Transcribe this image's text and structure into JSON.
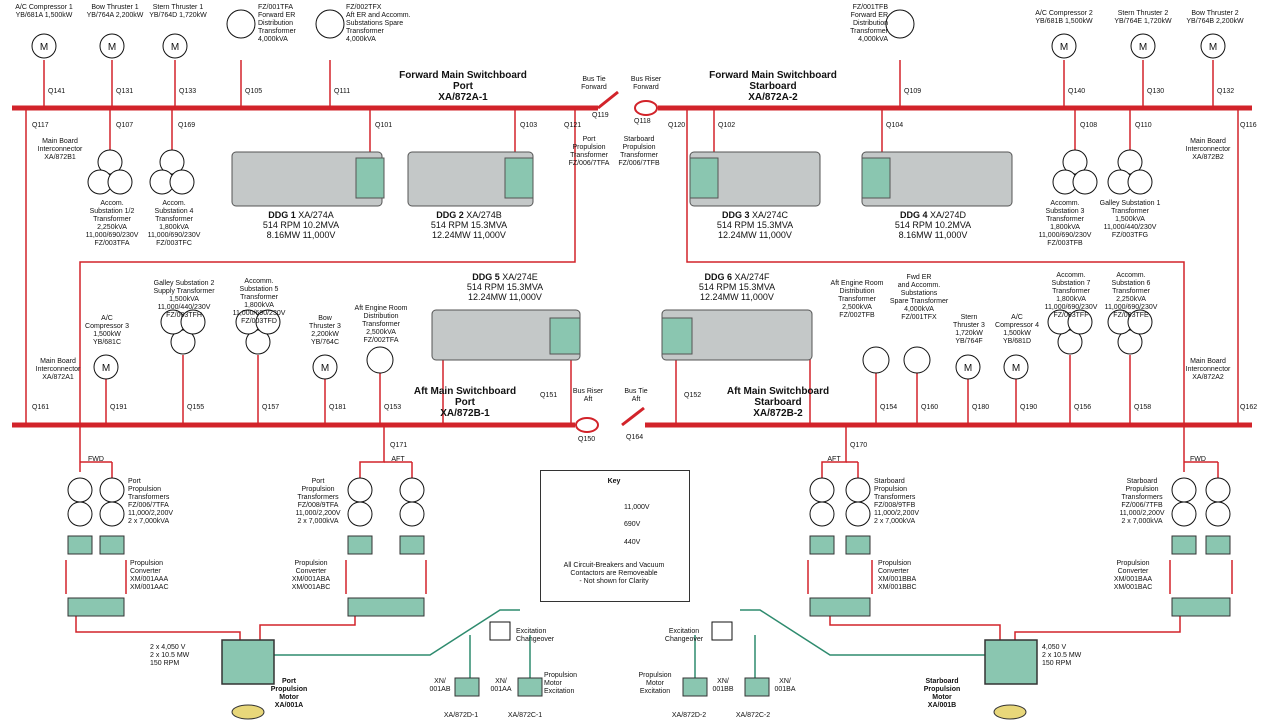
{
  "colors": {
    "hv": "#d2232a",
    "lv": "#e3a0a0",
    "excite": "#2e8b6e",
    "gen_fill": "#8ac6b0"
  },
  "boards": {
    "fwd_port": "Forward Main Switchboard\nPort\nXA/872A-1",
    "fwd_stbd": "Forward Main Switchboard\nStarboard\nXA/872A-2",
    "aft_port": "Aft Main Switchboard\nPort\nXA/872B-1",
    "aft_stbd": "Aft Main Switchboard\nStarboard\nXA/872B-2"
  },
  "top_loads": [
    "A/C Compressor 1\nYB/681A 1,500kW",
    "Bow Thruster 1\nYB/764A 2,200kW",
    "Stern Thruster 1\nYB/764D 1,720kW",
    "FZ/001TFA\nForward ER\nDistribution\nTransformer\n4,000kVA",
    "FZ/002TFX\nAft ER and Accomm.\nSubstations Spare\nTransformer\n4,000kVA",
    "FZ/001TFB\nForward ER\nDistribution\nTransformer\n4,000kVA",
    "A/C Compressor 2\nYB/681B 1,500kW",
    "Stern Thruster 2\nYB/764E 1,720kW",
    "Bow Thruster 2\nYB/764B 2,200kW"
  ],
  "bus_tie": {
    "fwd_tie": "Bus Tie\nForward",
    "fwd_riser": "Bus Riser\nForward",
    "aft_riser": "Bus Riser\nAft",
    "aft_tie": "Bus Tie\nAft"
  },
  "interconnectors": {
    "p1": "Main Board\nInterconnector\nXA/872B1",
    "s1": "Main Board\nInterconnector\nXA/872B2",
    "p2": "Main Board\nInterconnector\nXA/872A1",
    "s2": "Main Board\nInterconnector\nXA/872A2"
  },
  "fwd_trafos": [
    "Accom.\nSubstation 1/2\nTransformer\n2,250kVA\n11,000/690/230V\nFZ/003TFA",
    "Accom.\nSubstation 4\nTransformer\n1,800kVA\n11,000/690/230V\nFZ/003TFC",
    "Port\nPropulsion\nTransformer\nFZ/006/7TFA",
    "Starboard\nPropulsion\nTransformer\nFZ/006/7TFB",
    "Accomm.\nSubstation 3\nTransformer\n1,800kVA\n11,000/690/230V\nFZ/003TFB",
    "Galley Substation 1\nTransformer\n1,500kVA\n11,000/440/230V\nFZ/003TFG"
  ],
  "gens": [
    {
      "name": "DDG 1",
      "id": "XA/274A",
      "l1": "514 RPM 10.2MVA",
      "l2": "8.16MW 11,000V"
    },
    {
      "name": "DDG 2",
      "id": "XA/274B",
      "l1": "514 RPM 15.3MVA",
      "l2": "12.24MW 11,000V"
    },
    {
      "name": "DDG 3",
      "id": "XA/274C",
      "l1": "514 RPM 15.3MVA",
      "l2": "12.24MW 11,000V"
    },
    {
      "name": "DDG 4",
      "id": "XA/274D",
      "l1": "514 RPM 10.2MVA",
      "l2": "8.16MW 11,000V"
    },
    {
      "name": "DDG 5",
      "id": "XA/274E",
      "l1": "514 RPM 15.3MVA",
      "l2": "12.24MW 11,000V"
    },
    {
      "name": "DDG 6",
      "id": "XA/274F",
      "l1": "514 RPM 15.3MVA",
      "l2": "12.24MW 11,000V"
    }
  ],
  "aft_loads": [
    "A/C\nCompressor 3\n1,500kW\nYB/681C",
    "Galley Substation 2\nSupply Transformer\n1,500kVA\n11,000/440/230V\nFZ/003TFH",
    "Accomm.\nSubstation 5\nTransformer\n1,800kVA\n11,000/690/230V\nFZ/003TFD",
    "Bow\nThruster 3\n2,200kW\nYB/764C",
    "Aft Engine Room\nDistribution\nTransformer\n2,500kVA\nFZ/002TFA",
    "Aft Engine Room\nDistribution\nTransformer\n2,500kVA\nFZ/002TFB",
    "Fwd ER\nand Accomm.\nSubstations\nSpare Transformer\n4,000kVA\nFZ/001TFX",
    "Stern\nThruster 3\n1,720kW\nYB/764F",
    "A/C\nCompressor 4\n1,500kW\nYB/681D",
    "Accomm.\nSubstation 7\nTransformer\n1,800kVA\n11,000/690/230V\nFZ/003TFF",
    "Accomm.\nSubstation 6\nTransformer\n2,250kVA\n11,000/690/230V\nFZ/003TFE"
  ],
  "prop_trafos": [
    "Port\nPropulsion\nTransformers\nFZ/006/7TFA\n11,000/2,200V\n2 x 7,000kVA",
    "Port\nPropulsion\nTransformers\nFZ/008/9TFA\n11,000/2,200V\n2 x 7,000kVA",
    "Starboard\nPropulsion\nTransformers\nFZ/008/9TFB\n11,000/2,200V\n2 x 7,000kVA",
    "Starboard\nPropulsion\nTransformers\nFZ/006/7TFB\n11,000/2,200V\n2 x 7,000kVA"
  ],
  "converters": [
    "Propulsion\nConverter\nXM/001AAA\nXM/001AAC",
    "Propulsion\nConverter\nXM/001ABA\nXM/001ABC",
    "Propulsion\nConverter\nXM/001BBA\nXM/001BBC",
    "Propulsion\nConverter\nXM/001BAA\nXM/001BAC"
  ],
  "fwd_aft": {
    "fwd": "FWD",
    "aft": "AFT"
  },
  "motors": {
    "port_rating": "2 x 4,050 V\n2 x 10.5 MW\n150 RPM",
    "port_name": "Port\nPropulsion\nMotor\nXA/001A",
    "stbd_rating": "4,050 V\n2 x 10.5 MW\n150 RPM",
    "stbd_name": "Starboard\nPropulsion\nMotor\nXA/001B"
  },
  "excitation": {
    "changeover": "Excitation\nChangeover",
    "p_motor_exc": "Propulsion\nMotor\nExcitation",
    "p_a": "XN/\n001AB",
    "p_b": "XN/\n001AA",
    "p_c": "XA/872D-1",
    "p_d": "XA/872C-1",
    "s_a": "XN/\n001BB",
    "s_b": "XN/\n001BA",
    "s_c": "XA/872D-2",
    "s_d": "XA/872C-2"
  },
  "key": {
    "title": "Key",
    "v1": "11,000V",
    "v2": "690V",
    "v3": "440V",
    "note": "All Circuit-Breakers and Vacuum\nContactors are Removeable\n- Not shown for Clarity"
  },
  "breakers": {
    "Q141": "Q141",
    "Q131": "Q131",
    "Q133": "Q133",
    "Q105": "Q105",
    "Q111": "Q111",
    "Q119": "Q119",
    "Q118": "Q118",
    "Q109": "Q109",
    "Q140": "Q140",
    "Q130": "Q130",
    "Q132": "Q132",
    "Q117": "Q117",
    "Q107": "Q107",
    "Q169": "Q169",
    "Q101": "Q101",
    "Q103": "Q103",
    "Q121": "Q121",
    "Q120": "Q120",
    "Q102": "Q102",
    "Q104": "Q104",
    "Q108": "Q108",
    "Q110": "Q110",
    "Q116": "Q116",
    "Q161": "Q161",
    "Q191": "Q191",
    "Q155": "Q155",
    "Q157": "Q157",
    "Q181": "Q181",
    "Q153": "Q153",
    "Q151": "Q151",
    "Q150": "Q150",
    "Q164": "Q164",
    "Q152": "Q152",
    "Q154": "Q154",
    "Q160": "Q160",
    "Q180": "Q180",
    "Q190": "Q190",
    "Q156": "Q156",
    "Q158": "Q158",
    "Q162": "Q162",
    "Q171": "Q171",
    "Q170": "Q170"
  }
}
